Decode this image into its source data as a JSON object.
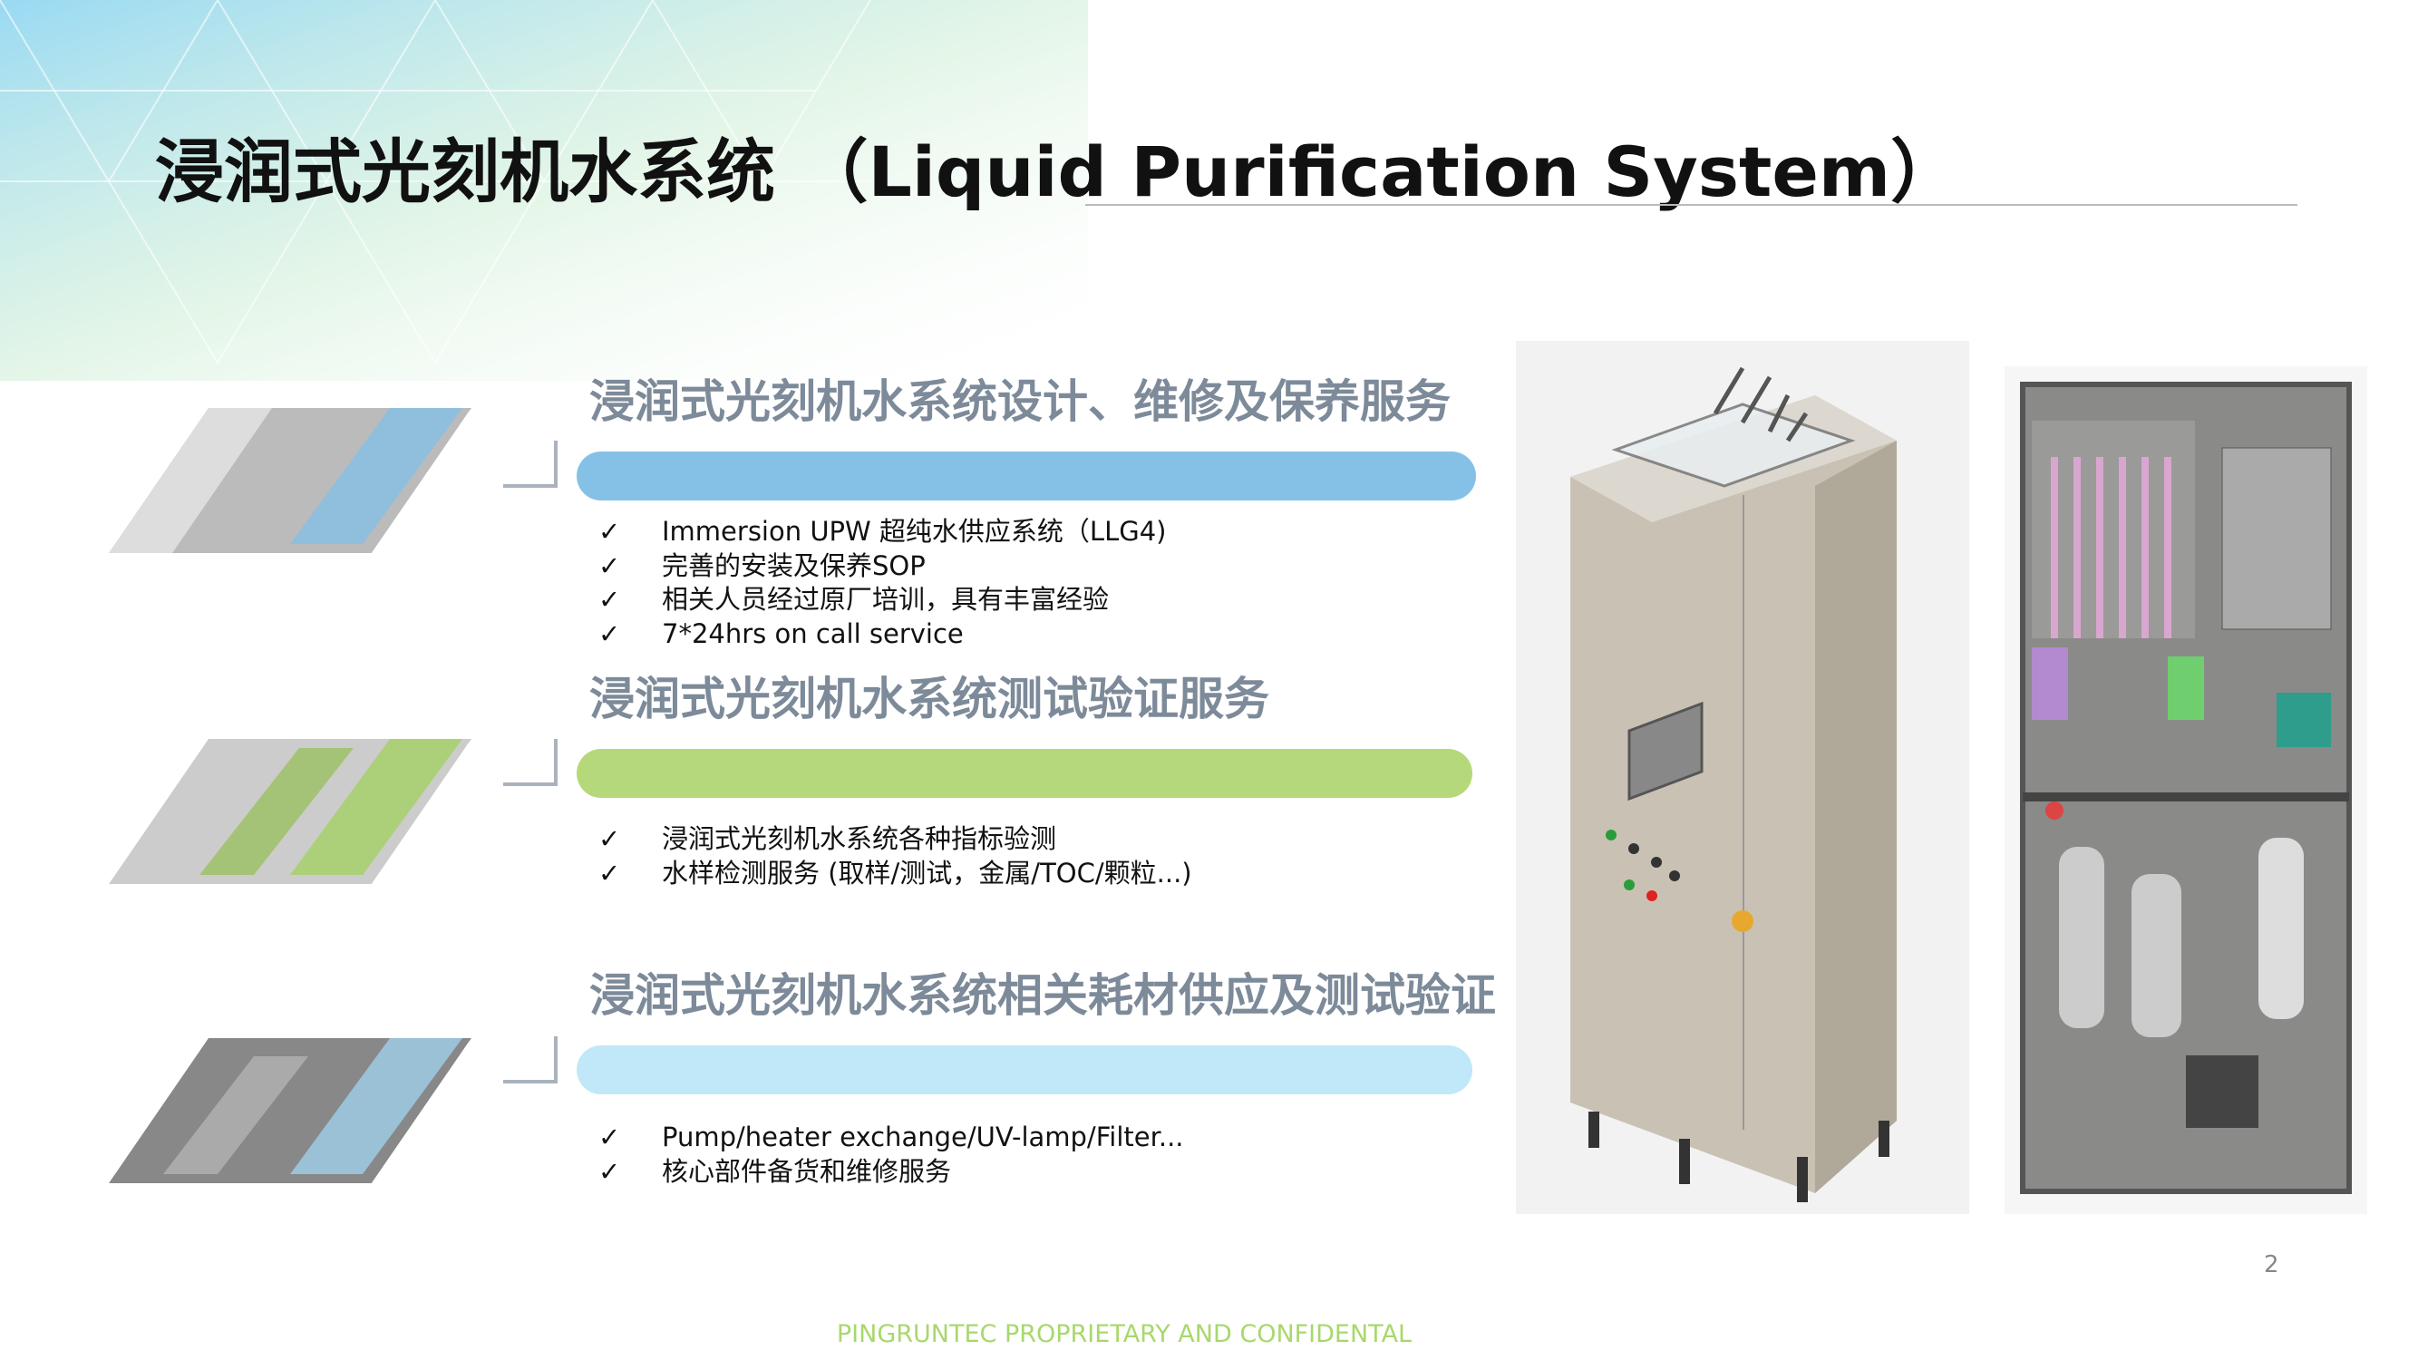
{
  "title": "浸润式光刻机水系统 （Liquid Purification System）",
  "sections": [
    {
      "heading": "浸润式光刻机水系统设计、维修及保养服务",
      "bar_color": "#85c1e6",
      "bullets": [
        "Immersion UPW 超纯水供应系统（LLG4)",
        "完善的安装及保养SOP",
        "相关人员经过原厂培训，具有丰富经验",
        "7*24hrs on call service"
      ]
    },
    {
      "heading": "浸润式光刻机水系统测试验证服务",
      "bar_color": "#b5d97a",
      "bullets": [
        "浸润式光刻机水系统各种指标验测",
        "水样检测服务 (取样/测试，金属/TOC/颗粒...)"
      ]
    },
    {
      "heading": "浸润式光刻机水系统相关耗材供应及测试验证",
      "bar_color": "#c0e8f8",
      "bullets": [
        "Pump/heater exchange/UV-lamp/Filter...",
        "核心部件备货和维修服务"
      ]
    }
  ],
  "check_mark": "✓",
  "page_number": "2",
  "footer": "PINGRUNTEC PROPRIETARY AND CONFIDENTAL"
}
